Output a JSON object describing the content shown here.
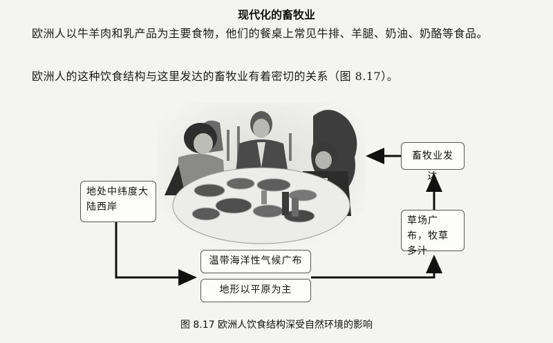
{
  "heading": "现代化的畜牧业",
  "paragraphs": [
    "欧洲人以牛羊肉和乳产品为主要食物，他们的餐桌上常见牛排、羊腿、奶油、奶酪等食品。",
    "欧洲人的这种饮食结构与这里发达的畜牧业有着密切的关系（图 8.17）。"
  ],
  "diagram": {
    "boxes": {
      "latitude": "地处中纬度大陆西岸",
      "climate": "温带海洋性气候广布",
      "terrain": "地形以平原为主",
      "grassland": "草场广布，牧草多汁",
      "livestock": "畜牧业发达"
    },
    "illustration": "dining-scene-illustration",
    "caption": "图 8.17  欧洲人饮食结构深受自然环境的影响"
  }
}
